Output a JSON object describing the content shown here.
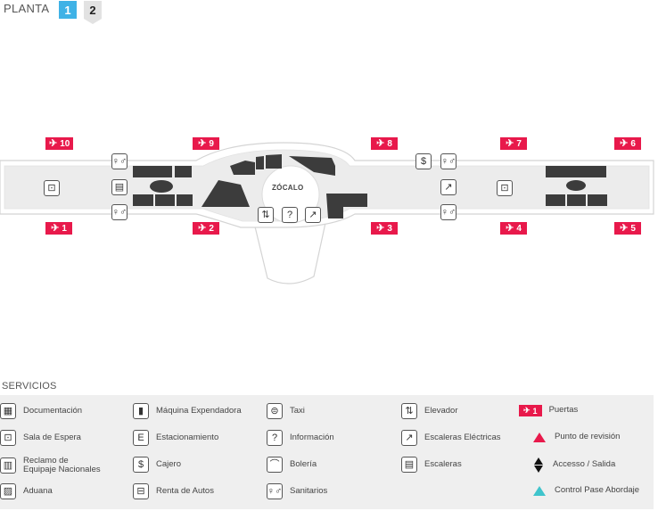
{
  "header": {
    "planta_label": "PLANTA",
    "floors": [
      {
        "label": "1",
        "active": true
      },
      {
        "label": "2",
        "active": false
      }
    ]
  },
  "colors": {
    "gate": "#e8194b",
    "active_floor": "#3fb2e6",
    "checkpoint": "#e8194b",
    "boarding_control": "#3fc4cc"
  },
  "map": {
    "zocalo_label": "ZÓCALO",
    "gates": [
      "10",
      "9",
      "8",
      "7",
      "6",
      "1",
      "2",
      "3",
      "4",
      "5"
    ],
    "icons": {
      "waiting": "waiting-room-icon",
      "stairs": "stairs-icon",
      "restroom": "restroom-icon",
      "atm": "atm-icon",
      "escalator": "escalator-icon",
      "elevator": "elevator-icon",
      "info": "information-icon"
    },
    "glyphs": {
      "restroom": "♀♂",
      "atm": "$",
      "info": "?",
      "elevator": "⇅",
      "escalator": "↗",
      "stairs": "▤",
      "waiting": "⊡",
      "plane": "✈"
    }
  },
  "services": {
    "title": "SERVICIOS",
    "items": [
      {
        "label": "Documentación",
        "icon": "check-in-icon",
        "glyph": "▦"
      },
      {
        "label": "Sala de Espera",
        "icon": "waiting-room-icon",
        "glyph": "⊡"
      },
      {
        "label": "Reclamo de\nEquipaje Nacionales",
        "icon": "baggage-claim-icon",
        "glyph": "▥"
      },
      {
        "label": "Aduana",
        "icon": "customs-icon",
        "glyph": "▨"
      },
      {
        "label": "Máquina Expendadora",
        "icon": "vending-machine-icon",
        "glyph": "▮"
      },
      {
        "label": "Estacionamiento",
        "icon": "parking-icon",
        "glyph": "E"
      },
      {
        "label": "Cajero",
        "icon": "atm-icon",
        "glyph": "$"
      },
      {
        "label": "Renta de Autos",
        "icon": "car-rental-icon",
        "glyph": "⊟"
      },
      {
        "label": "Taxi",
        "icon": "taxi-icon",
        "glyph": "⊜"
      },
      {
        "label": "Información",
        "icon": "information-icon",
        "glyph": "?"
      },
      {
        "label": "Bolería",
        "icon": "shoe-shine-icon",
        "glyph": "⌒"
      },
      {
        "label": "Sanitarios",
        "icon": "restroom-icon",
        "glyph": "♀♂"
      },
      {
        "label": "Elevador",
        "icon": "elevator-icon",
        "glyph": "⇅"
      },
      {
        "label": "Escaleras Eléctricas",
        "icon": "escalator-icon",
        "glyph": "↗"
      },
      {
        "label": "Escaleras",
        "icon": "stairs-icon",
        "glyph": "▤"
      },
      {
        "label": "Puertas",
        "icon": "gate-icon",
        "gate_number": "1"
      },
      {
        "label": "Punto de revisión",
        "icon": "checkpoint-icon"
      },
      {
        "label": "Accesso / Salida",
        "icon": "access-exit-icon"
      },
      {
        "label": "Control Pase Abordaje",
        "icon": "boarding-pass-control-icon"
      }
    ]
  }
}
